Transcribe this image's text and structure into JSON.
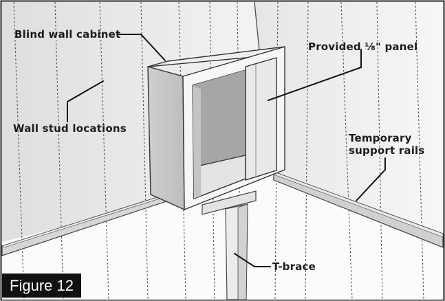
{
  "labels": {
    "cabinet": "Blind wall cabinet",
    "panel": "Provided ⅛\" panel",
    "studs": "Wall stud locations",
    "rails_line1": "Temporary",
    "rails_line2": "support rails",
    "brace": "T-brace"
  },
  "figure_label": "Figure 12"
}
